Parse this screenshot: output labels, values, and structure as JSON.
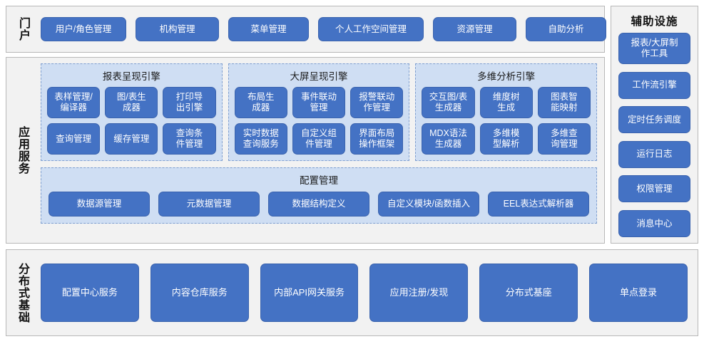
{
  "portal": {
    "label": "门户",
    "items": [
      {
        "label": "用户/角色管理",
        "width": 120
      },
      {
        "label": "机构管理",
        "width": 117
      },
      {
        "label": "菜单管理",
        "width": 113
      },
      {
        "label": "个人工作空间管理",
        "width": 148
      },
      {
        "label": "资源管理",
        "width": 117
      },
      {
        "label": "自助分析",
        "width": 113
      }
    ]
  },
  "aux": {
    "title": "辅助设施",
    "items": [
      {
        "label": "报表/大屏制\n作工具",
        "tall": true
      },
      {
        "label": "工作流引擎",
        "tall": false
      },
      {
        "label": "定时任务调度",
        "tall": false
      },
      {
        "label": "运行日志",
        "tall": false
      },
      {
        "label": "权限管理",
        "tall": false
      },
      {
        "label": "消息中心",
        "tall": false
      }
    ]
  },
  "app_service": {
    "label": "应用服务",
    "engines": [
      {
        "title": "报表呈现引擎",
        "items": [
          "表样管理/\n编译器",
          "图/表生\n成器",
          "打印导\n出引擎",
          "查询管理",
          "缓存管理",
          "查询条\n件管理"
        ]
      },
      {
        "title": "大屏呈现引擎",
        "items": [
          "布局生\n成器",
          "事件联动\n管理",
          "报警联动\n作管理",
          "实时数据\n查询服务",
          "自定义组\n件管理",
          "界面布局\n操作框架"
        ]
      },
      {
        "title": "多维分析引擎",
        "items": [
          "交互图/表\n生成器",
          "维度树\n生成",
          "图表智\n能映射",
          "MDX语法\n生成器",
          "多维模\n型解析",
          "多维查\n询管理"
        ]
      }
    ],
    "config": {
      "title": "配置管理",
      "items": [
        "数据源管理",
        "元数据管理",
        "数据结构定义",
        "自定义模块/函数插入",
        "EEL表达式解析器"
      ]
    }
  },
  "distributed": {
    "label": "分布式基础",
    "items": [
      "配置中心服务",
      "内容仓库服务",
      "内部API网关服务",
      "应用注册/发现",
      "分布式基座",
      "单点登录"
    ]
  },
  "colors": {
    "button_blue": "#4472c4",
    "panel_blue": "#cfdef3",
    "section_gray": "#f2f2f2",
    "border_gray": "#b8b8b8",
    "dashed_blue": "#7f9fd0",
    "text_white": "#ffffff",
    "text_dark": "#111111"
  }
}
